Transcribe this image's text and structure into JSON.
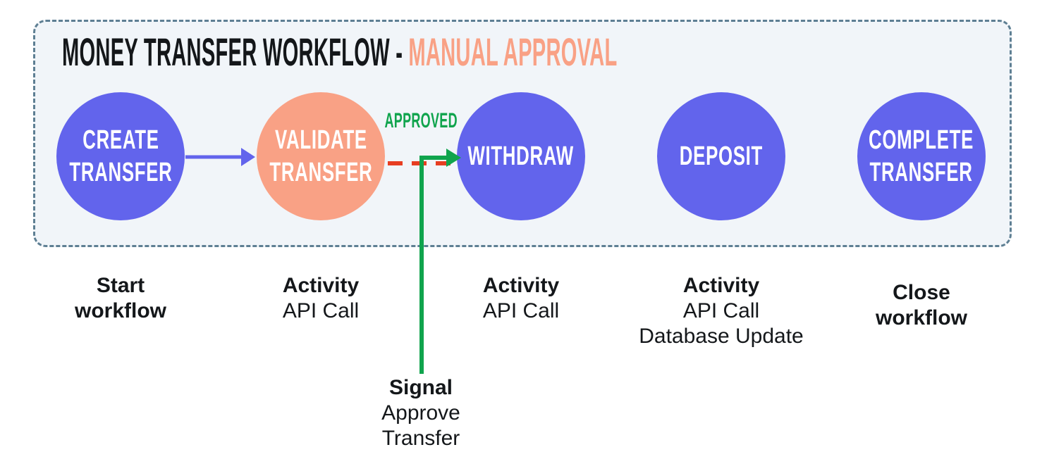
{
  "header": {
    "title_main": "MONEY TRANSFER WORKFLOW -",
    "title_accent": "MANUAL APPROVAL"
  },
  "nodes": [
    {
      "id": "create-transfer",
      "label": "CREATE\nTRANSFER",
      "color": "#6264ec"
    },
    {
      "id": "validate-transfer",
      "label": "VALIDATE\nTRANSFER",
      "color": "#f9a185"
    },
    {
      "id": "withdraw",
      "label": "WITHDRAW",
      "color": "#6264ec"
    },
    {
      "id": "deposit",
      "label": "DEPOSIT",
      "color": "#6264ec"
    },
    {
      "id": "complete-transfer",
      "label": "COMPLETE\nTRANSFER",
      "color": "#6264ec"
    }
  ],
  "edges": {
    "approved_label": "APPROVED"
  },
  "annotations": [
    {
      "title": "Start\nworkflow",
      "sub": ""
    },
    {
      "title": "Activity",
      "sub": "API Call"
    },
    {
      "title": "Activity",
      "sub": "API Call"
    },
    {
      "title": "Activity",
      "sub": "API Call\nDatabase Update"
    },
    {
      "title": "Close\nworkflow",
      "sub": ""
    }
  ],
  "signal": {
    "title": "Signal",
    "sub": "Approve\nTransfer"
  },
  "colors": {
    "node_purple": "#6264ec",
    "node_salmon": "#f9a185",
    "title_accent_orange": "#f9a185",
    "approved_green": "#10a44d",
    "rejected_red": "#e73e22",
    "arrow_purple": "#6264ec",
    "panel_bg": "#f1f5f9",
    "panel_border": "#5e7f93",
    "text_dark": "#14171a"
  }
}
